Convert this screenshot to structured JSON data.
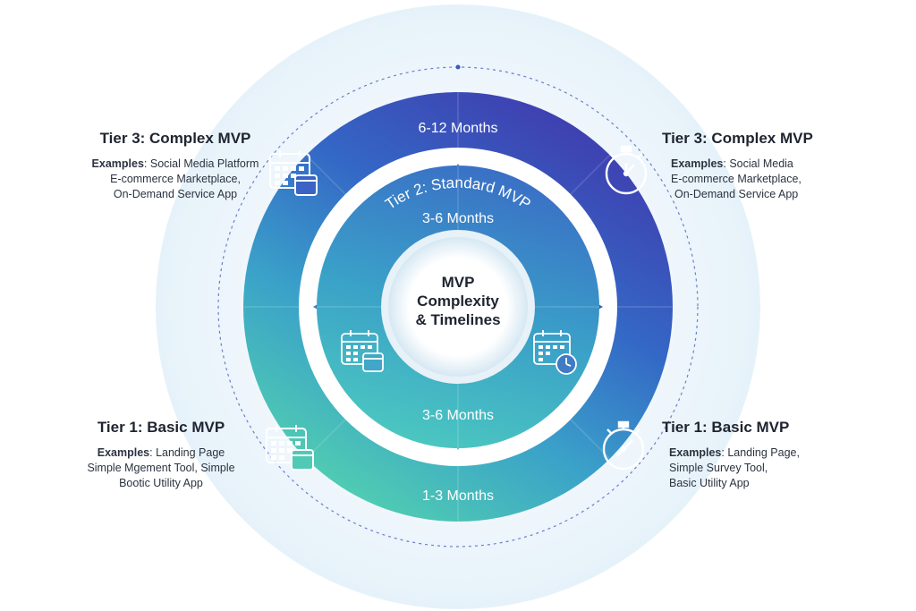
{
  "center": {
    "line1": "MVP",
    "line2": "Complexity",
    "line3": "& Timelines"
  },
  "outer_ring": {
    "top_label": "6-12 Months",
    "bottom_label": "1-3 Months"
  },
  "inner_ring": {
    "title": "Tier 2: Standard MVP",
    "top_label": "3-6 Months",
    "bottom_label": "3-6 Months"
  },
  "tiers": {
    "top_left": {
      "title": "Tier 3: Complex MVP",
      "examples_label": "Examples",
      "line1": ": Social Media Platform",
      "line2": "E-commerce Marketplace,",
      "line3": "On-Demand Service App"
    },
    "top_right": {
      "title": "Tier 3: Complex MVP",
      "examples_label": "Examples",
      "line1": ": Social Media",
      "line2": "E-commerce Marketplace,",
      "line3": "On-Demand Service App"
    },
    "bottom_left": {
      "title": "Tier 1: Basic MVP",
      "examples_label": "Examples",
      "line1": ": Landing Page",
      "line2": "Simple Mgement Tool, Simple",
      "line3": "Bootic Utility App"
    },
    "bottom_right": {
      "title": "Tier 1: Basic MVP",
      "examples_label": "Examples",
      "line1": ": Landing Page,",
      "line2": "Simple Survey Tool,",
      "line3": "Basic Utility App"
    }
  },
  "colors": {
    "outer_top": "#3f4fc0",
    "outer_right": "#3b4aa8",
    "outer_bottom": "#3fc7b4",
    "inner_top": "#3a7fc8",
    "inner_bottom": "#45c2c6",
    "halo": "#eaf4fb",
    "text_dark": "#1f2430"
  },
  "icons": [
    "calendar-icon",
    "stopwatch-icon",
    "calendar-icon",
    "calendar-clock-icon",
    "calendar-icon",
    "stopwatch-icon"
  ]
}
